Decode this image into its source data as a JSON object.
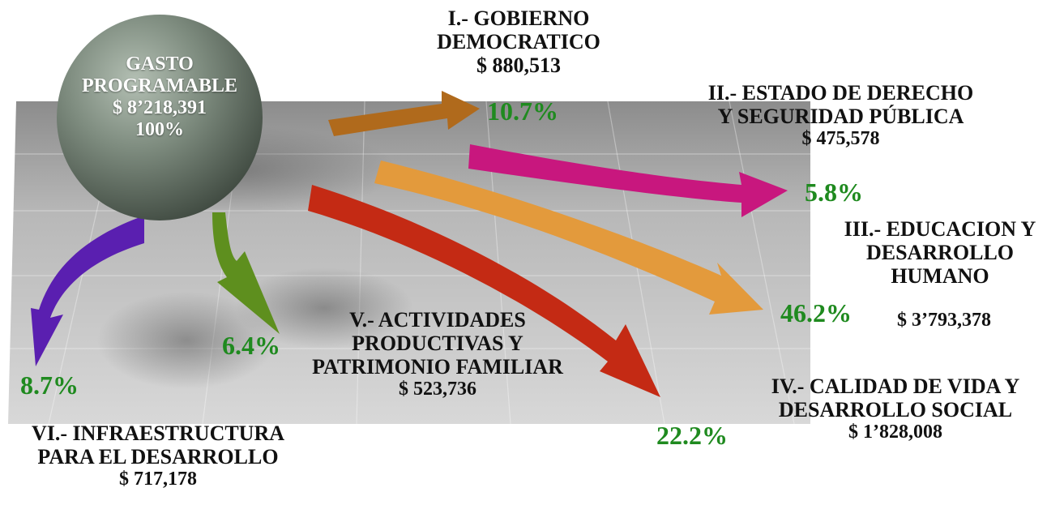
{
  "center": {
    "line1": "GASTO",
    "line2": "PROGRAMABLE",
    "amount": "$ 8’218,391",
    "percent": "100%"
  },
  "percent_color": "#1f8a1f",
  "branches": [
    {
      "id": "I",
      "line1": "I.- GOBIERNO",
      "line2": "DEMOCRATICO",
      "line3": "",
      "amount": "$ 880,513",
      "percent": "10.7%",
      "value": 880513,
      "share": 10.7,
      "color": "#b06a1c"
    },
    {
      "id": "II",
      "line1": "II.- ESTADO DE DERECHO",
      "line2": "Y SEGURIDAD PÚBLICA",
      "line3": "",
      "amount": "$ 475,578",
      "percent": "5.8%",
      "value": 475578,
      "share": 5.8,
      "color": "#c8177e"
    },
    {
      "id": "III",
      "line1": "III.- EDUCACION Y",
      "line2": "DESARROLLO",
      "line3": "HUMANO",
      "amount": "$ 3’793,378",
      "percent": "46.2%",
      "value": 3793378,
      "share": 46.2,
      "color": "#e39a3c"
    },
    {
      "id": "IV",
      "line1": "IV.- CALIDAD DE VIDA Y",
      "line2": "DESARROLLO SOCIAL",
      "line3": "",
      "amount": "$ 1’828,008",
      "percent": "22.2%",
      "value": 1828008,
      "share": 22.2,
      "color": "#c42a14"
    },
    {
      "id": "V",
      "line1": "V.- ACTIVIDADES",
      "line2": "PRODUCTIVAS Y",
      "line3": "PATRIMONIO FAMILIAR",
      "amount": "$ 523,736",
      "percent": "6.4%",
      "value": 523736,
      "share": 6.4,
      "color": "#5e8f1e"
    },
    {
      "id": "VI",
      "line1": "VI.- INFRAESTRUCTURA",
      "line2": "PARA EL DESARROLLO",
      "line3": "",
      "amount": "$ 717,178",
      "percent": "8.7%",
      "value": 717178,
      "share": 8.7,
      "color": "#5a1fb0"
    }
  ]
}
